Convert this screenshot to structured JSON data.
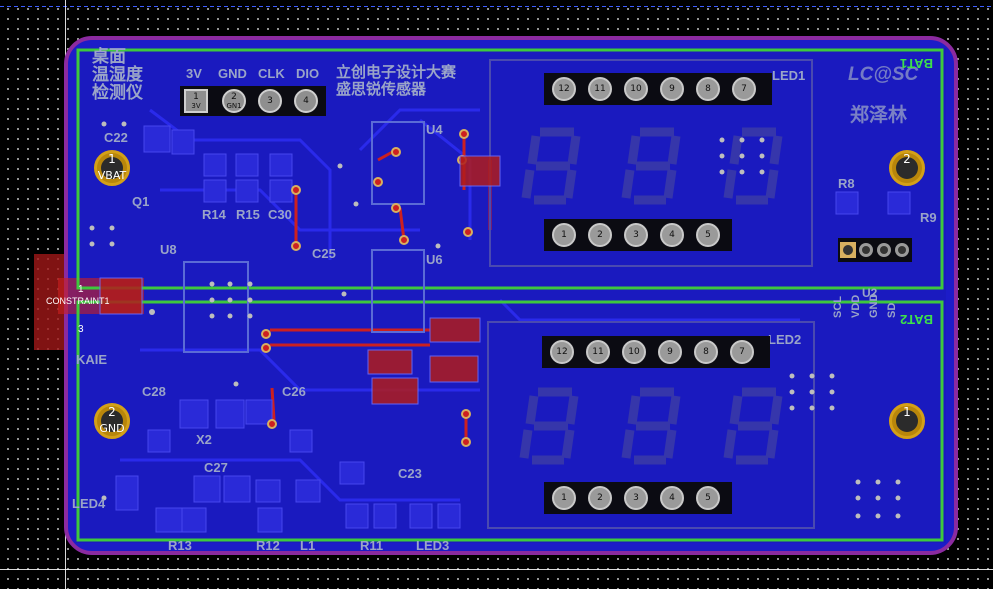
{
  "board": {
    "title_lines": [
      "桌面",
      "温湿度",
      "检测仪"
    ],
    "contest_lines": [
      "立创电子设计大赛",
      "盛思锐传感器"
    ],
    "logo": "LC@SC",
    "author": "郑泽林"
  },
  "header_j": {
    "labels": [
      "3V",
      "GND",
      "CLK",
      "DIO"
    ],
    "pins": [
      {
        "num": "1",
        "net": "3V"
      },
      {
        "num": "2",
        "net": "GN1"
      },
      {
        "num": "3",
        "net": ""
      },
      {
        "num": "4",
        "net": ""
      }
    ]
  },
  "designators": {
    "c22": "C22",
    "q1": "Q1",
    "u4": "U4",
    "u8": "U8",
    "r14": "R14",
    "r15": "R15",
    "c30": "C30",
    "c25": "C25",
    "u6": "U6",
    "r8": "R8",
    "r9": "R9",
    "u2": "U2",
    "c28": "C28",
    "x2": "X2",
    "c26": "C26",
    "c27": "C27",
    "c23": "C23",
    "led4": "LED4",
    "r13": "R13",
    "r12": "R12",
    "l1": "L1",
    "r11": "R11",
    "led3": "LED3",
    "led1": "LED1",
    "led2": "LED2",
    "bat1": "BAT1",
    "bat2": "BAT2",
    "kaie": "KAIE",
    "constraint": "CONSTRAINT1"
  },
  "sensor_pins": [
    "SCL",
    "VDD",
    "GND",
    "SD"
  ],
  "mount_holes": [
    {
      "num": "1",
      "net": "VBAT"
    },
    {
      "num": "2",
      "net": ""
    },
    {
      "num": "2",
      "net": "GND"
    },
    {
      "num": "1",
      "net": ""
    }
  ],
  "led1_top_pins": [
    "12",
    "11",
    "10",
    "9",
    "8",
    "7"
  ],
  "led1_bottom_pins": [
    "1",
    "2",
    "3",
    "4",
    "5"
  ],
  "led2_top_pins": [
    "12",
    "11",
    "10",
    "9",
    "8",
    "7"
  ],
  "led2_bottom_pins": [
    "1",
    "2",
    "3",
    "4",
    "5"
  ],
  "small_labels": {
    "k1": "1",
    "k3": "3"
  },
  "colors": {
    "background": "#000000",
    "board_fill": "#1a1acc",
    "board_outline": "#8b2aa0",
    "silk_outline": "#3ec83e",
    "copper_red": "#cc2020",
    "pad_gray": "#9a9a9a",
    "hole_gold": "#b8860b"
  }
}
